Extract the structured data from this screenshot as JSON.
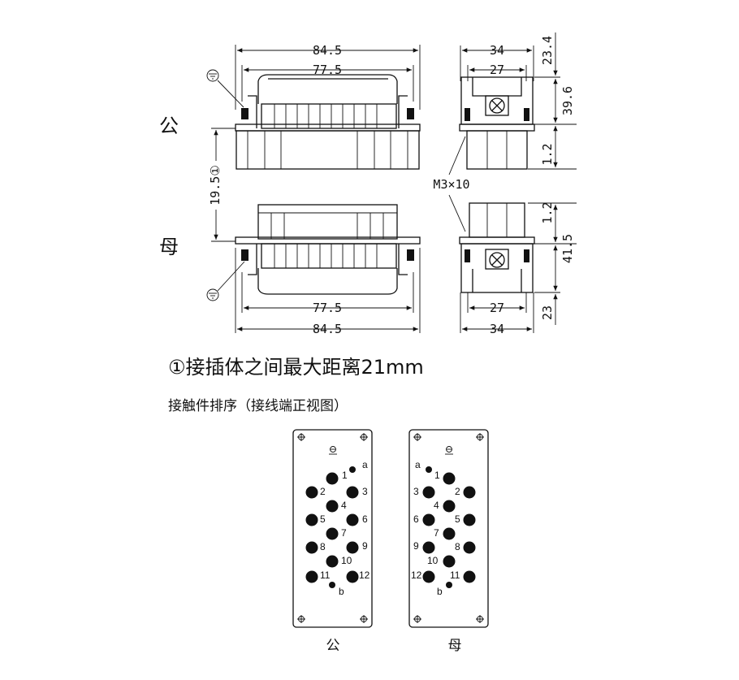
{
  "labels": {
    "male": "公",
    "female": "母",
    "note": "①接插体之间最大距离21mm",
    "heading": "接触件排序（接线端正视图）",
    "screw": "M3×10",
    "ground_symbol": "⏚",
    "ground_icon": "ground-symbol"
  },
  "dims": {
    "front_overall_top": "84.5",
    "front_inner_top": "77.5",
    "front_inner_bottom": "77.5",
    "front_overall_bottom": "84.5",
    "gap": "19.5①",
    "side_top_overall": "34",
    "side_top_inner": "27",
    "side_bottom_inner": "27",
    "side_bottom_overall": "34",
    "right_1": "23.4",
    "right_2": "39.6",
    "right_3": "1.2",
    "right_4": "1.2",
    "right_5": "41.5",
    "right_6": "23"
  },
  "pin_male": [
    "a",
    "1",
    "2",
    "3",
    "4",
    "5",
    "6",
    "7",
    "8",
    "9",
    "10",
    "11",
    "12",
    "b"
  ],
  "pin_female": [
    "a",
    "1",
    "3",
    "2",
    "4",
    "6",
    "5",
    "7",
    "9",
    "8",
    "10",
    "12",
    "11",
    "b"
  ]
}
